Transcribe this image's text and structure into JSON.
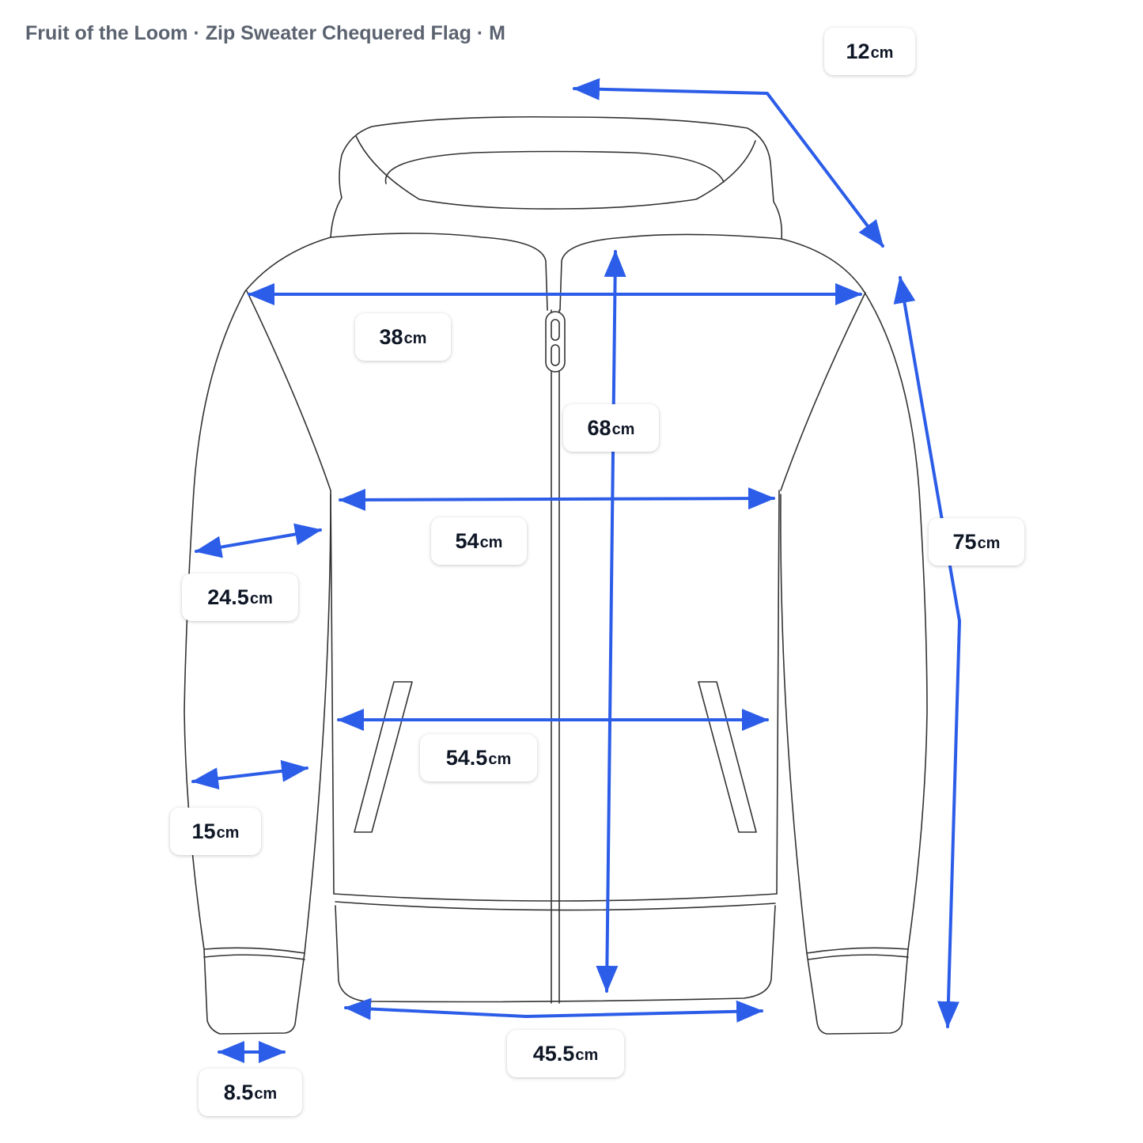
{
  "header": {
    "title": "Fruit of the Loom · Zip Sweater Chequered Flag · M"
  },
  "colors": {
    "arrow": "#2c5de8",
    "outline": "#333333",
    "label_text": "#0f1726",
    "title_text": "#5b6370"
  },
  "unit": "cm",
  "measurements": {
    "hood": "12",
    "shoulder": "38",
    "back_length": "68",
    "chest": "54",
    "sleeve_length": "75",
    "upper_arm": "24.5",
    "waist": "54.5",
    "forearm": "15",
    "cuff": "8.5",
    "hem": "45.5"
  }
}
